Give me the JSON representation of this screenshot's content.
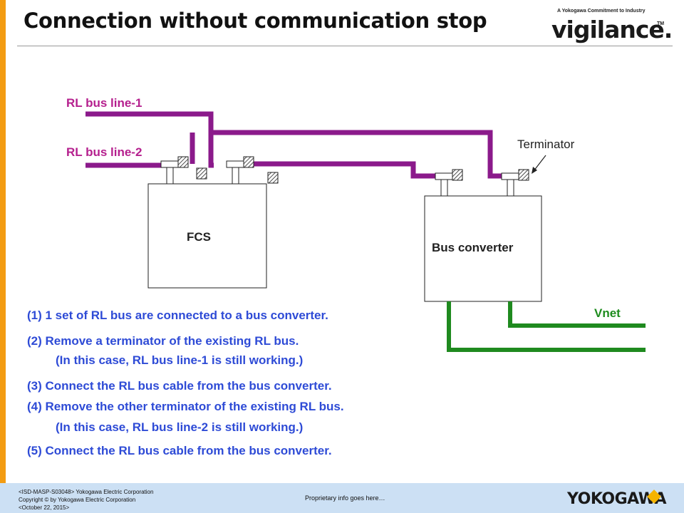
{
  "header": {
    "title": "Connection without communication stop",
    "logo_tagline": "A Yokogawa Commitment to Industry",
    "logo_word": "vigilance.",
    "logo_tm": "TM"
  },
  "diagram": {
    "rl_bus_line_1": "RL bus line-1",
    "rl_bus_line_2": "RL bus line-2",
    "fcs_label": "FCS",
    "bus_converter_label": "Bus converter",
    "terminator_label": "Terminator",
    "vnet_label": "Vnet",
    "colors": {
      "rl_bus": "#8b1a8b",
      "vnet": "#1f8a1f",
      "steps_text": "#2e4bd6",
      "labels": "#b5208e"
    }
  },
  "steps": [
    "(1) 1 set of RL bus are connected to a bus converter.",
    "(2) Remove a terminator of the existing RL bus.",
    "(In this case, RL bus line-1 is still working.)",
    "(3) Connect the RL bus cable from the bus converter.",
    "(4) Remove the other terminator of the existing RL bus.",
    "(In this case, RL bus line-2 is still working.)",
    "(5) Connect the RL bus cable from the bus converter."
  ],
  "footer": {
    "doc_id": "<ISD-MASP-S03048>  Yokogawa Electric Corporation",
    "copyright": "Copyright © by Yokogawa Electric Corporation",
    "date": "<October 22, 2015>",
    "proprietary": "Proprietary info goes here…",
    "brand": "YOKOGAWA"
  }
}
